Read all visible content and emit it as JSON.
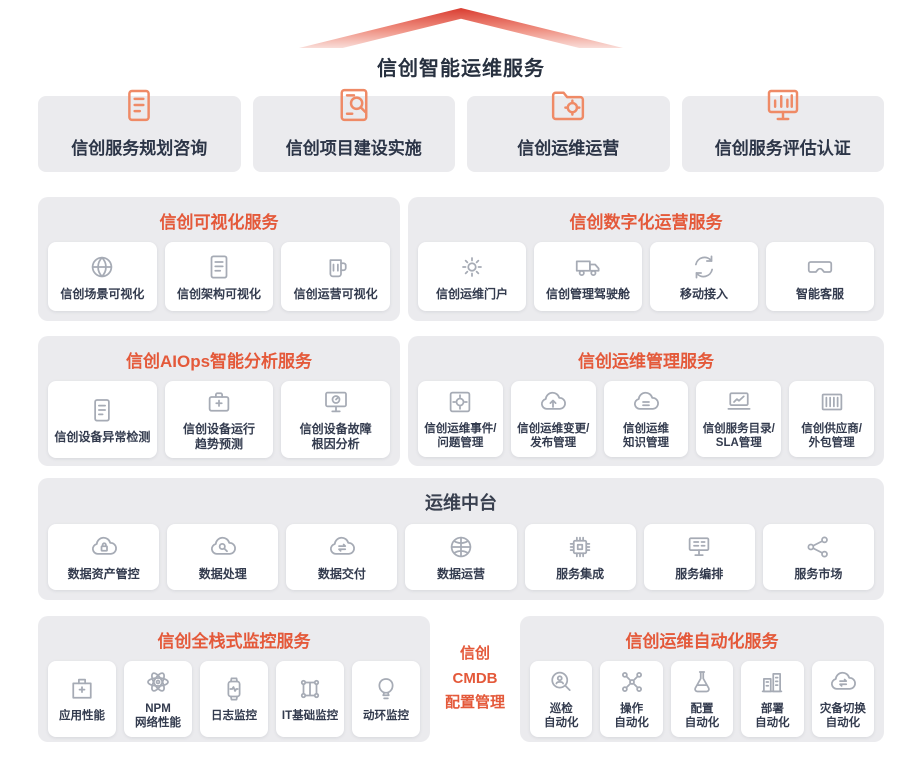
{
  "header": {
    "title": "信创智能运维服务"
  },
  "top_services": [
    {
      "label": "信创服务规划咨询",
      "icon": "clipboard-icon"
    },
    {
      "label": "信创项目建设实施",
      "icon": "blueprint-icon"
    },
    {
      "label": "信创运维运营",
      "icon": "folder-gear-icon"
    },
    {
      "label": "信创服务评估认证",
      "icon": "chart-monitor-icon"
    }
  ],
  "sections": {
    "visualization": {
      "title": "信创可视化服务",
      "cards": [
        {
          "label": "信创场景可视化",
          "icon": "globe-icon"
        },
        {
          "label": "信创架构可视化",
          "icon": "document-icon"
        },
        {
          "label": "信创运营可视化",
          "icon": "mug-gauge-icon"
        }
      ]
    },
    "digital_ops": {
      "title": "信创数字化运营服务",
      "cards": [
        {
          "label": "信创运维门户",
          "icon": "gear-icon"
        },
        {
          "label": "信创管理驾驶舱",
          "icon": "truck-icon"
        },
        {
          "label": "移动接入",
          "icon": "mobile-sync-icon"
        },
        {
          "label": "智能客服",
          "icon": "vr-headset-icon"
        }
      ]
    },
    "aiops": {
      "title": "信创AIOps智能分析服务",
      "cards": [
        {
          "label": "信创设备异常检测",
          "icon": "clipboard-icon"
        },
        {
          "label": "信创设备运行\n趋势预测",
          "icon": "medkit-icon"
        },
        {
          "label": "信创设备故障\n根因分析",
          "icon": "monitor-gauge-icon"
        }
      ]
    },
    "ops_mgmt": {
      "title": "信创运维管理服务",
      "cards": [
        {
          "label": "信创运维事件/\n问题管理",
          "icon": "gear-panel-icon"
        },
        {
          "label": "信创运维变更/\n发布管理",
          "icon": "cloud-upload-icon"
        },
        {
          "label": "信创运维\n知识管理",
          "icon": "cloud-list-icon"
        },
        {
          "label": "信创服务目录/\nSLA管理",
          "icon": "laptop-chart-icon"
        },
        {
          "label": "信创供应商/\n外包管理",
          "icon": "container-icon"
        }
      ]
    },
    "middle_platform": {
      "title": "运维中台",
      "cards": [
        {
          "label": "数据资产管控",
          "icon": "cloud-lock-icon"
        },
        {
          "label": "数据处理",
          "icon": "cloud-search-icon"
        },
        {
          "label": "数据交付",
          "icon": "cloud-sync-icon"
        },
        {
          "label": "数据运营",
          "icon": "globe-grid-icon"
        },
        {
          "label": "服务集成",
          "icon": "chip-icon"
        },
        {
          "label": "服务编排",
          "icon": "monitor-nodes-icon"
        },
        {
          "label": "服务市场",
          "icon": "share-nodes-icon"
        }
      ]
    },
    "monitoring": {
      "title": "信创全栈式监控服务",
      "cards": [
        {
          "label": "应用性能",
          "icon": "hospital-icon"
        },
        {
          "label": "NPM\n网络性能",
          "icon": "atom-icon"
        },
        {
          "label": "日志监控",
          "icon": "watch-pulse-icon"
        },
        {
          "label": "IT基础监控",
          "icon": "circuit-icon"
        },
        {
          "label": "动环监控",
          "icon": "balloon-icon"
        }
      ]
    },
    "cmdb": {
      "lines": [
        "信创",
        "CMDB",
        "配置管理"
      ]
    },
    "automation": {
      "title": "信创运维自动化服务",
      "cards": [
        {
          "label": "巡检\n自动化",
          "icon": "inspector-icon"
        },
        {
          "label": "操作\n自动化",
          "icon": "nodes-icon"
        },
        {
          "label": "配置\n自动化",
          "icon": "flask-icon"
        },
        {
          "label": "部署\n自动化",
          "icon": "buildings-icon"
        },
        {
          "label": "灾备切换\n自动化",
          "icon": "cloud-switch-icon"
        }
      ]
    }
  },
  "colors": {
    "accent_orange": "#e4593a",
    "icon_orange": "#ef8a66",
    "dark_navy": "#333b4e",
    "panel_gray": "#ebebee",
    "icon_gray": "#a6abb5",
    "roof_gradient_top": "#d93d31",
    "roof_gradient_bottom": "#f9ddd8"
  }
}
